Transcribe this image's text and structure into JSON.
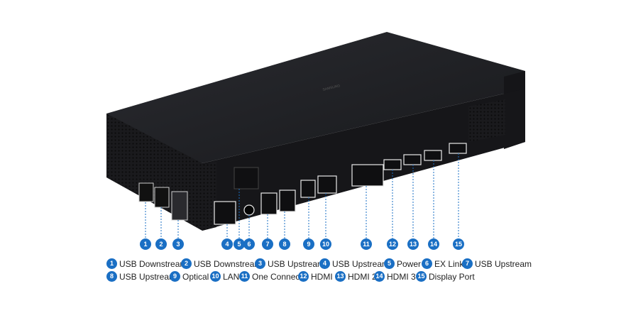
{
  "image": {
    "brand_label": "SAMSUNG",
    "colors": {
      "body": "#1c1c1f",
      "body_top": "#1f2024",
      "accent": "#1a6fc4",
      "port_outline": "#e8e8e8",
      "background": "#ffffff"
    }
  },
  "ports": [
    {
      "number": "1",
      "label": "USB Downstream"
    },
    {
      "number": "2",
      "label": "USB Downstream"
    },
    {
      "number": "3",
      "label": "USB Upstream"
    },
    {
      "number": "4",
      "label": "USB Upstream"
    },
    {
      "number": "5",
      "label": "Power"
    },
    {
      "number": "6",
      "label": "EX Link"
    },
    {
      "number": "7",
      "label": "USB Upstream"
    },
    {
      "number": "8",
      "label": "USB Upstream"
    },
    {
      "number": "9",
      "label": "Optical"
    },
    {
      "number": "10",
      "label": "LAN"
    },
    {
      "number": "11",
      "label": "One Connect"
    },
    {
      "number": "12",
      "label": "HDMI 1"
    },
    {
      "number": "13",
      "label": "HDMI 2"
    },
    {
      "number": "14",
      "label": "HDMI 3"
    },
    {
      "number": "15",
      "label": "Display Port"
    }
  ]
}
